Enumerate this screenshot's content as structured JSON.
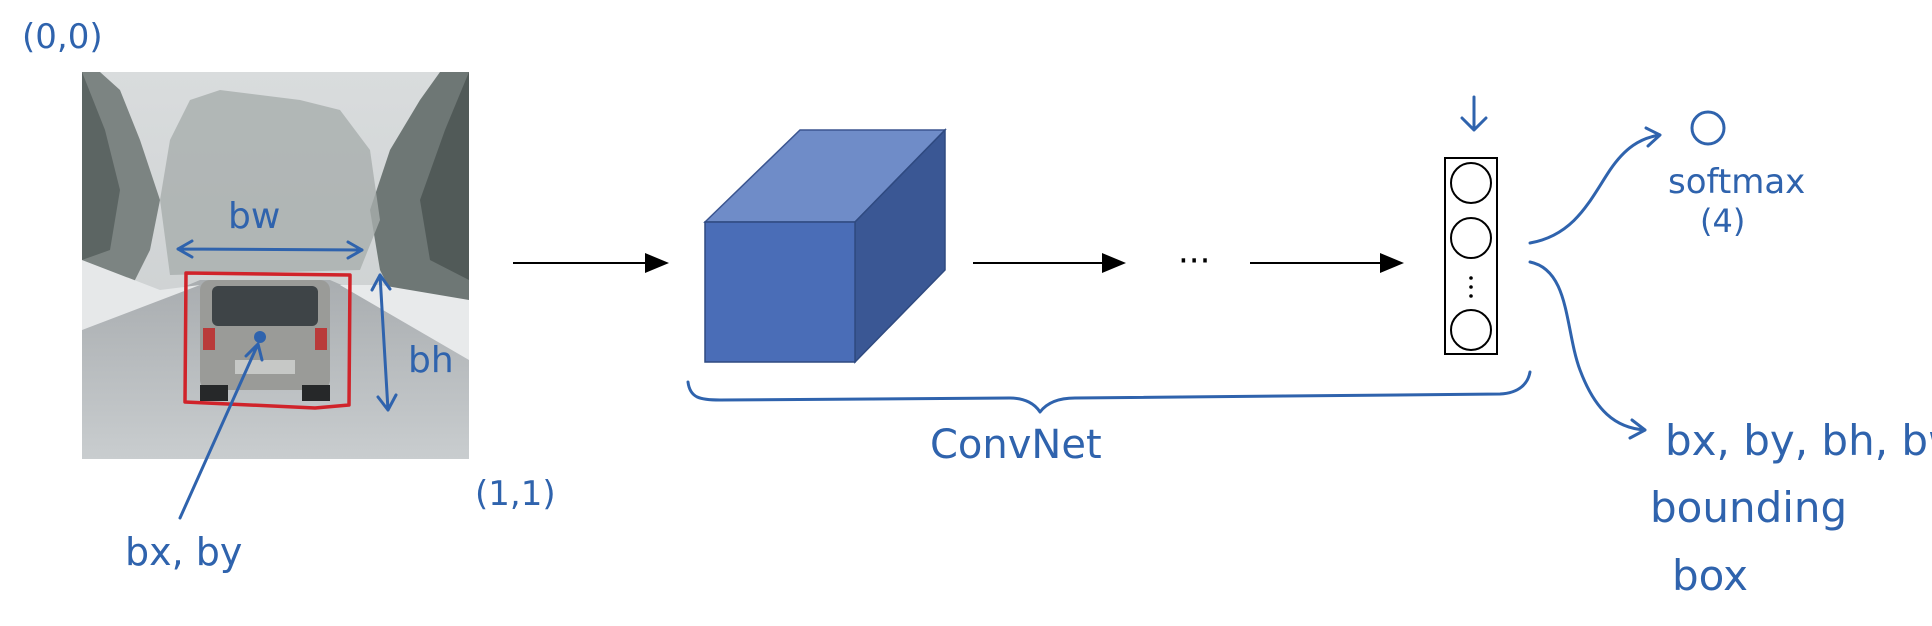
{
  "labels": {
    "origin": "(0,0)",
    "corner": "(1,1)",
    "width": "bw",
    "height": "bh",
    "center": "bx, by",
    "convnet": "ConvNet",
    "ellipsis": "···",
    "class_output": "o",
    "softmax": "softmax",
    "softmax_classes": "(4)",
    "bbox_outputs": "bx, by, bh, bw",
    "bbox_caption_1": "bounding",
    "bbox_caption_2": "box"
  },
  "colors": {
    "ink_blue": "#2f63ad",
    "box_red": "#d0232a",
    "cube_front": "#4a6db7",
    "cube_top": "#6f8cc8",
    "cube_side": "#3a5794"
  }
}
